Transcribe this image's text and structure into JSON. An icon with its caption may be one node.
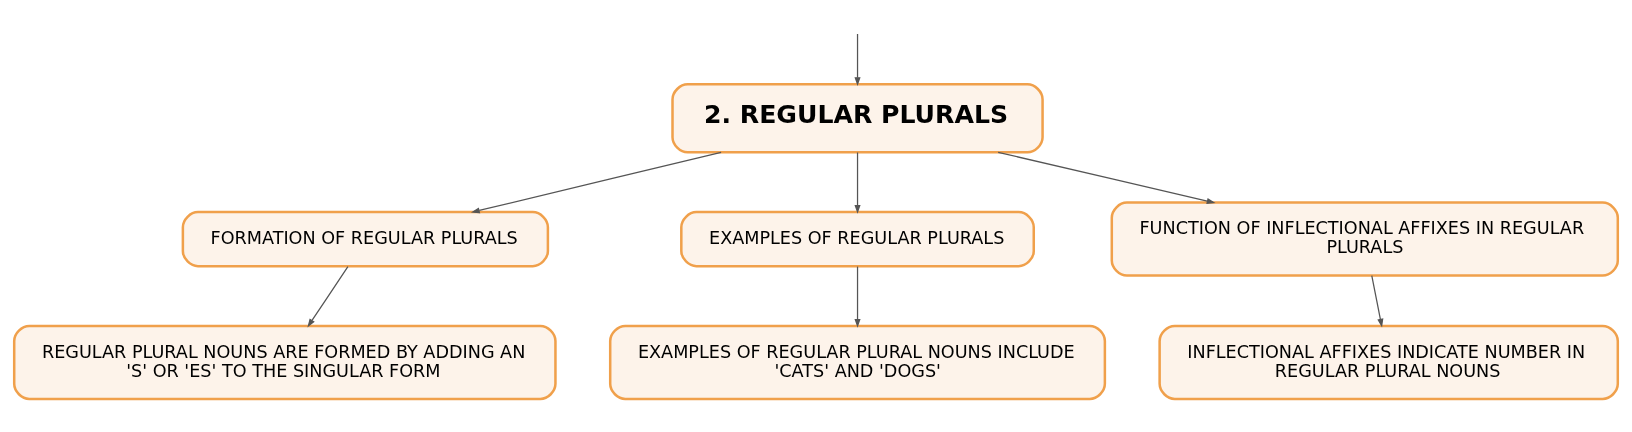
{
  "diagram": {
    "nodes": [
      {
        "text": [
          "2. REGULAR PLURALS"
        ]
      },
      {
        "text": [
          "FORMATION OF REGULAR PLURALS"
        ]
      },
      {
        "text": [
          "EXAMPLES OF REGULAR PLURALS"
        ]
      },
      {
        "text": [
          "FUNCTION OF INFLECTIONAL AFFIXES IN REGULAR PLURALS"
        ]
      },
      {
        "text": [
          "REGULAR PLURAL NOUNS ARE FORMED BY ADDING AN 'S' OR 'ES' TO THE SINGULAR FORM"
        ]
      },
      {
        "text": [
          "EXAMPLES OF REGULAR PLURAL NOUNS INCLUDE 'CATS' AND 'DOGS'"
        ]
      },
      {
        "text": [
          "INFLECTIONAL AFFIXES INDICATE NUMBER IN REGULAR PLURAL NOUNS"
        ]
      }
    ],
    "edges": [
      {
        "from": null,
        "to": 0,
        "arrow": "to"
      },
      {
        "from": 0,
        "to": 1,
        "arrow": "to"
      },
      {
        "from": 0,
        "to": 2,
        "arrow": "to"
      },
      {
        "from": 0,
        "to": 3,
        "arrow": "to"
      },
      {
        "from": 1,
        "to": 4,
        "arrow": "to"
      },
      {
        "from": 2,
        "to": 5,
        "arrow": "to"
      },
      {
        "from": 3,
        "to": 6,
        "arrow": "to"
      }
    ]
  }
}
